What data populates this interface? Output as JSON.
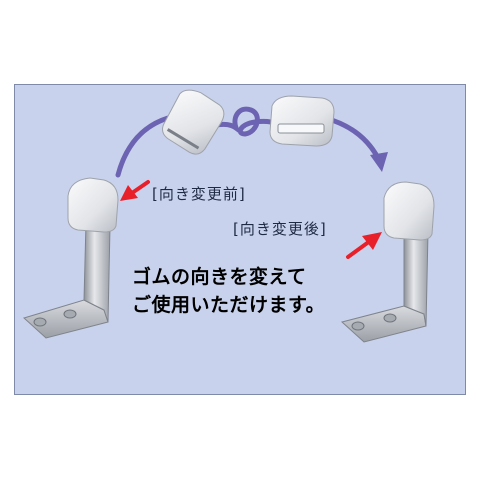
{
  "labels": {
    "before": "[向き変更前]",
    "after": "[向き変更後]"
  },
  "caption": {
    "line1": "ゴムの向きを変えて",
    "line2": "ご使用いただけます。"
  },
  "colors": {
    "background": "#c9d2ec",
    "arrow_path": "#6c63b2",
    "pointer_arrow": "#e8202a",
    "rubber_cap": "#e4e6ea",
    "steel": "#b9bcc2"
  }
}
